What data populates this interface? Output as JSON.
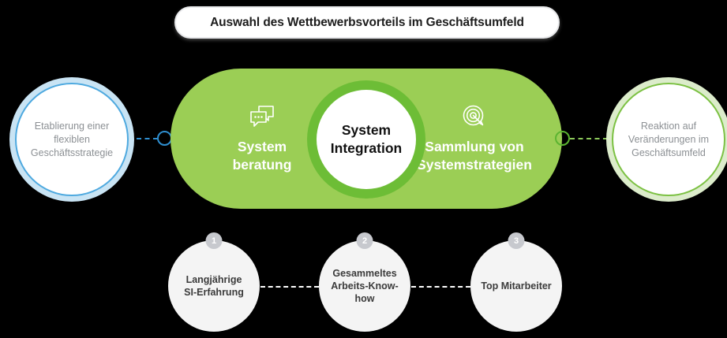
{
  "title": {
    "text": "Auswahl des Wettbewerbsvorteils im Geschäftsumfeld"
  },
  "left_circle": {
    "label": "Etablierung einer flexiblen Geschäftsstrategie",
    "ring_color": "#4ea9df",
    "halo_color": "#c9e4f4"
  },
  "right_circle": {
    "label": "Reaktion auf Veränderungen im Geschäftsumfeld",
    "ring_color": "#7cc143",
    "halo_color": "#dceccb"
  },
  "main_pill": {
    "background": "#9bce55",
    "left_segment": {
      "icon": "chat-bubbles-icon",
      "label": "System\nberatung"
    },
    "right_segment": {
      "icon": "target-dart-icon",
      "label": "Sammlung von\nSystemstrategien"
    },
    "center": {
      "label": "System\nIntegration",
      "ring_color": "#6dbd36",
      "core_color": "#ffffff"
    }
  },
  "connectors": {
    "left": {
      "color": "#2f8fd0",
      "style": "dashed"
    },
    "right": {
      "color": "#5cb431",
      "style": "dashed"
    }
  },
  "bottom_items": [
    {
      "badge": "1",
      "label": "Langjährige\nSI-Erfahrung"
    },
    {
      "badge": "2",
      "label": "Gesammeltes\nArbeits-Know-how"
    },
    {
      "badge": "3",
      "label": "Top Mitarbeiter"
    }
  ]
}
